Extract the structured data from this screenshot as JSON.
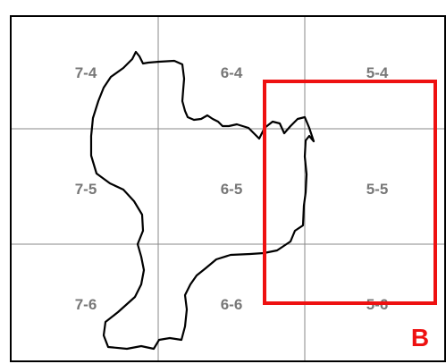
{
  "map": {
    "grid_labels": [
      [
        "7-4",
        "6-4",
        "5-4"
      ],
      [
        "7-5",
        "6-5",
        "5-5"
      ],
      [
        "7-6",
        "6-6",
        "5-6"
      ]
    ],
    "highlight": {
      "label": "B",
      "color": "#ee1111"
    },
    "colors": {
      "grid_line": "#888888",
      "outline": "#000000",
      "label_text": "#777777"
    }
  }
}
